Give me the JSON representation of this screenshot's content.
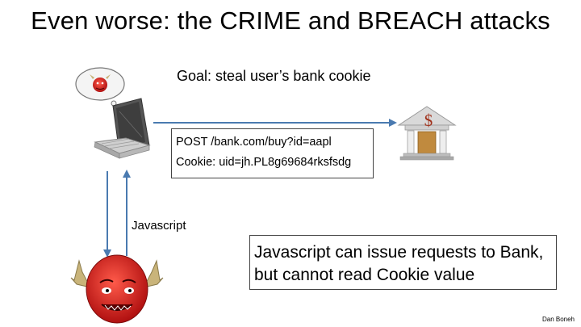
{
  "slide": {
    "title": "Even worse:  the CRIME and BREACH attacks",
    "goal": "Goal:   steal user’s bank cookie",
    "request": {
      "line1": "POST /bank.com/buy?id=aapl",
      "line2": "Cookie: uid=jh.PL8g69684rksfsdg"
    },
    "javascript_label": "Javascript",
    "note": {
      "line1": "Javascript can issue requests to Bank,",
      "line2": "but cannot read Cookie value"
    },
    "author": "Dan Boneh",
    "bank_symbol": "$"
  },
  "icons": [
    "thought-bubble-icon",
    "devil-icon",
    "laptop-icon",
    "bank-icon",
    "devil-attacker-icon"
  ],
  "colors": {
    "devil_red": "#d42020",
    "arrow_blue": "#4a7ab0",
    "horn": "#c9b47a",
    "bank_dollar": "#a0301a"
  }
}
